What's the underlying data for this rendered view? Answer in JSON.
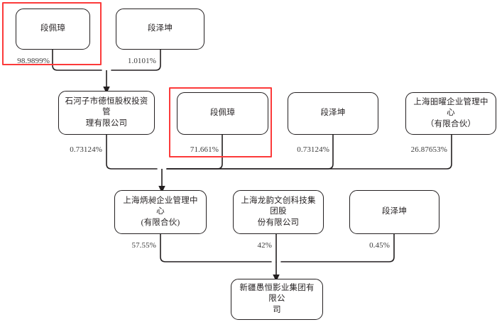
{
  "diagram": {
    "type": "ownership-structure-chart",
    "accent_highlight_color": "#fc3a3a",
    "line_color": "#231f20",
    "text_color": "#231f20",
    "background": "#ffffff",
    "nodes": [
      {
        "id": "n1",
        "label": "段佩璋",
        "row": 1
      },
      {
        "id": "n2",
        "label": "段泽坤",
        "row": 1
      },
      {
        "id": "n3",
        "label": "石河子市德恒股权投资管\n理有限公司",
        "row": 2
      },
      {
        "id": "n4",
        "label": "段佩璋",
        "row": 2
      },
      {
        "id": "n5",
        "label": "段泽坤",
        "row": 2
      },
      {
        "id": "n6",
        "label": "上海昍曜企业管理中心\n（有限合伙）",
        "row": 2
      },
      {
        "id": "n7",
        "label": "上海炳昶企业管理中心\n(有限合伙)",
        "row": 3
      },
      {
        "id": "n8",
        "label": "上海龙韵文创科技集团股\n份有限公司",
        "row": 3
      },
      {
        "id": "n9",
        "label": "段泽坤",
        "row": 3
      },
      {
        "id": "n10",
        "label": "新疆愚恒影业集团有限公\n司",
        "row": 4
      }
    ],
    "edges": [
      {
        "id": "e1",
        "from": "n1",
        "to": "n3",
        "label": "98.9899%"
      },
      {
        "id": "e2",
        "from": "n2",
        "to": "n3",
        "label": "1.0101%"
      },
      {
        "id": "e3",
        "from": "n3",
        "to": "n7",
        "label": "0.73124%"
      },
      {
        "id": "e4",
        "from": "n4",
        "to": "n7",
        "label": "71.661%"
      },
      {
        "id": "e5",
        "from": "n5",
        "to": "n7",
        "label": "0.73124%"
      },
      {
        "id": "e6",
        "from": "n6",
        "to": "n7",
        "label": "26.87653%"
      },
      {
        "id": "e7",
        "from": "n7",
        "to": "n10",
        "label": "57.55%"
      },
      {
        "id": "e8",
        "from": "n8",
        "to": "n10",
        "label": "42%"
      },
      {
        "id": "e9",
        "from": "n9",
        "to": "n10",
        "label": "0.45%"
      }
    ],
    "highlights": [
      {
        "id": "h1",
        "target": "n1",
        "note": "段佩璋 row-1 red emphasis box"
      },
      {
        "id": "h2",
        "target": "n4",
        "note": "段佩璋 row-2 red emphasis box"
      }
    ]
  }
}
